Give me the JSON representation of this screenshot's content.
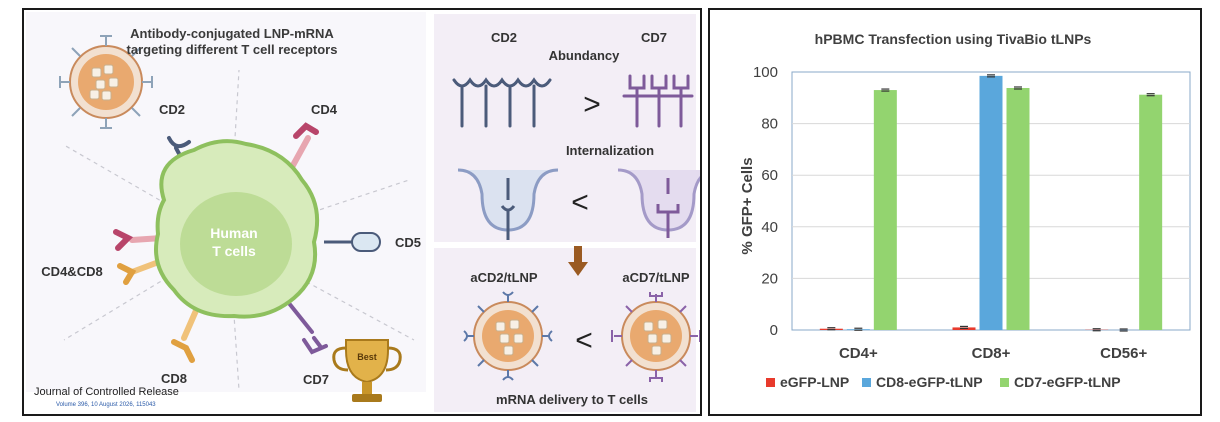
{
  "left": {
    "title_line1": "Antibody-conjugated LNP-mRNA",
    "title_line2": "targeting different T cell receptors",
    "cell_label_line1": "Human",
    "cell_label_line2": "T cells",
    "receptors": {
      "cd2": "CD2",
      "cd4": "CD4",
      "cd5": "CD5",
      "cd4cd8": "CD4&CD8",
      "cd8": "CD8",
      "cd7": "CD7"
    },
    "trophy_label": "Best",
    "journal": "Journal of Controlled Release",
    "journal_sub": "Volume 396, 10 August 2026, 115043",
    "abundancy": {
      "left": "CD2",
      "title": "Abundancy",
      "right": "CD7",
      "symbol": ">"
    },
    "internalization": {
      "title": "Internalization",
      "symbol": "<"
    },
    "delivery": {
      "left": "aCD2/tLNP",
      "right": "aCD7/tLNP",
      "symbol": "<",
      "caption": "mRNA delivery to T cells"
    },
    "colors": {
      "cd2_receptor": "#4b5b7a",
      "cd7_receptor": "#7e5a9a",
      "cell": "#c9e3a6",
      "lnp": "#e8a672"
    }
  },
  "chart_data": {
    "type": "bar",
    "title": "hPBMC Transfection using TivaBio tLNPs",
    "xlabel": "",
    "ylabel": "% GFP+ Cells",
    "ylim": [
      0,
      100
    ],
    "yticks": [
      "0",
      "20",
      "40",
      "60",
      "80",
      "100"
    ],
    "grid": true,
    "legend_position": "bottom",
    "categories": [
      "CD4+",
      "CD8+",
      "CD56+"
    ],
    "series": [
      {
        "name": "eGFP-LNP",
        "color": "#e83a2c",
        "values": [
          0.5,
          1.0,
          0.1
        ]
      },
      {
        "name": "CD8-eGFP-tLNP",
        "color": "#5aa7dc",
        "values": [
          0.3,
          98.5,
          0.0
        ]
      },
      {
        "name": "CD7-eGFP-tLNP",
        "color": "#93d46f",
        "values": [
          93.0,
          93.8,
          91.2
        ]
      }
    ]
  }
}
